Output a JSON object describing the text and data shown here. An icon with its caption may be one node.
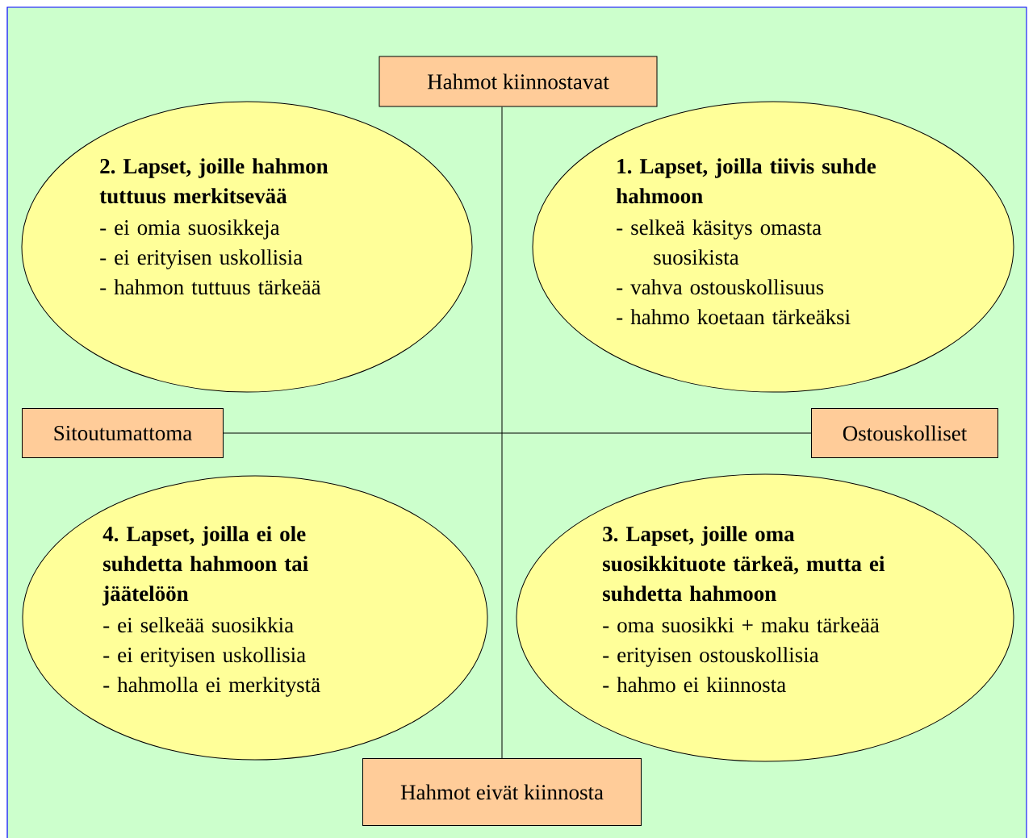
{
  "diagram": {
    "nodes": [
      {
        "text": [
          "Hahmot kiinnostavat"
        ]
      },
      {
        "text": [
          "2. Lapset, joille hahmon tuttuus merkitsevää",
          "- ei omia suosikkeja",
          "- ei erityisen uskollisia",
          "- hahmon tuttuus tärkeää"
        ]
      },
      {
        "text": [
          "1. Lapset, joilla tiivis suhde hahmoon",
          "- selkeä käsitys omasta suosikista",
          "- vahva ostouskollisuus",
          "- hahmo koetaan tärkeäksi"
        ]
      },
      {
        "text": [
          "Sitoutumattoma"
        ]
      },
      {
        "text": [
          "Ostouskolliset"
        ]
      },
      {
        "text": [
          "4. Lapset, joilla ei ole suhdetta hahmoon tai jäätelöön",
          "- ei selkeää suosikkia",
          "- ei erityisen uskollisia",
          "- hahmolla ei merkitystä"
        ]
      },
      {
        "text": [
          "3. Lapset, joille oma suosikkituote tärkeä, mutta ei suhdetta hahmoon",
          "- oma suosikki + maku tärkeää",
          "- erityisen ostouskollisia",
          "- hahmo ei kiinnosta"
        ]
      },
      {
        "text": [
          "Hahmot eivät kiinnosta"
        ]
      }
    ],
    "edges": [
      {
        "from": 0,
        "to": 7,
        "arrow": "none"
      },
      {
        "from": 3,
        "to": 4,
        "arrow": "none"
      }
    ]
  }
}
